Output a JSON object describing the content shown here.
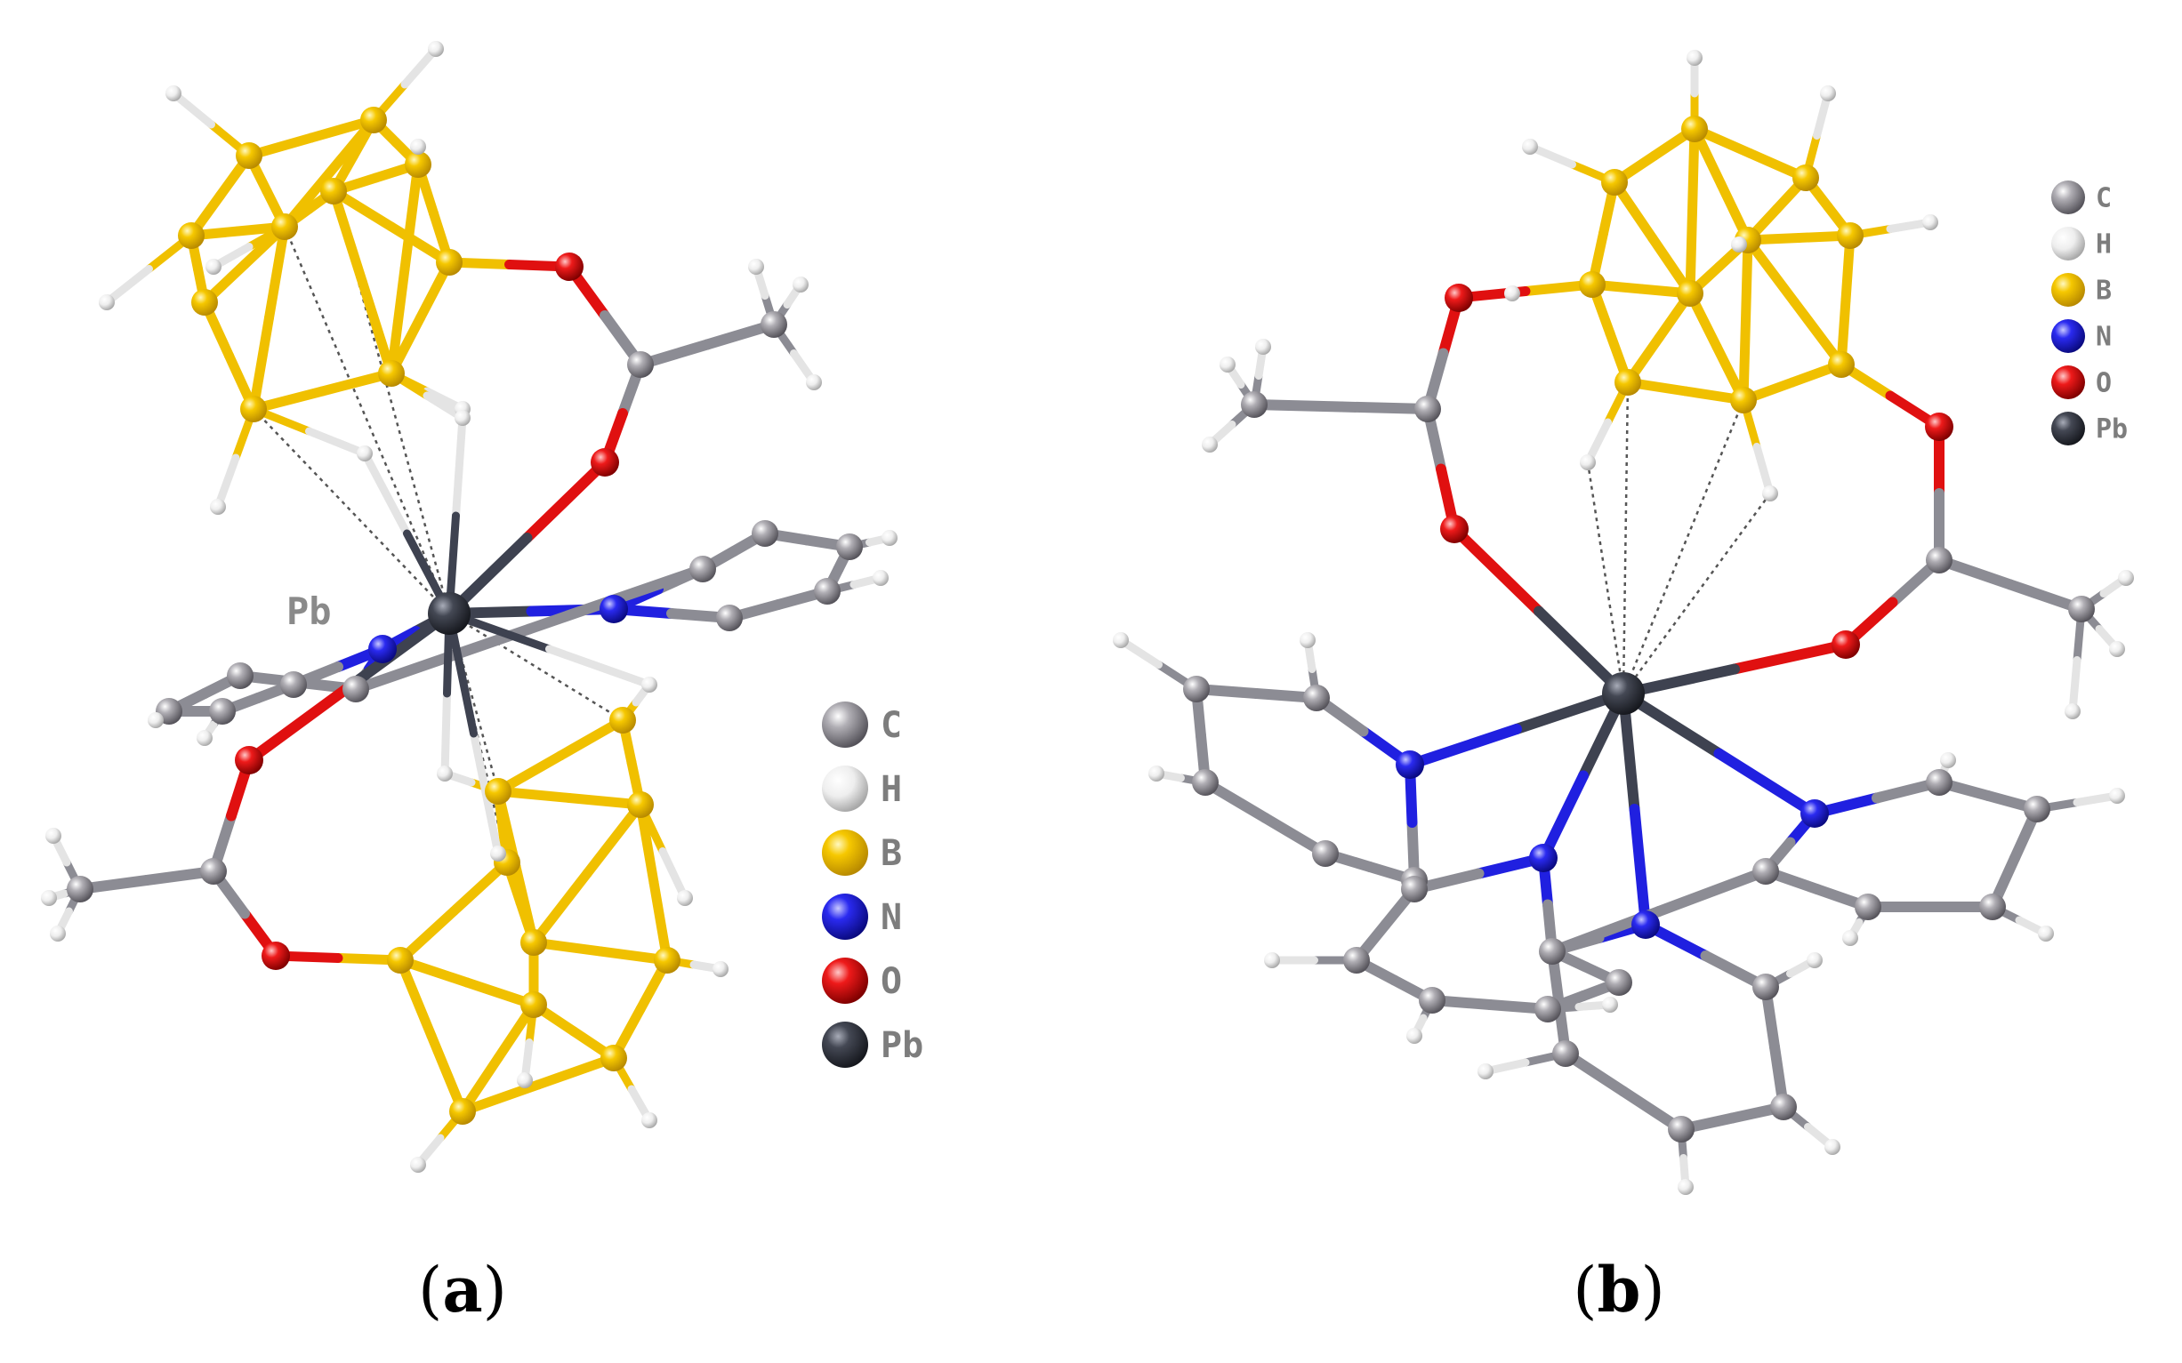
{
  "panels": [
    {
      "id": "a",
      "label": "(a)",
      "label_letter": "a",
      "atom_label": "Pb",
      "legend": [
        {
          "element": "C",
          "color": "#8c8c94"
        },
        {
          "element": "H",
          "color": "#dcdcdc"
        },
        {
          "element": "B",
          "color": "#f0c000"
        },
        {
          "element": "N",
          "color": "#2020e0"
        },
        {
          "element": "O",
          "color": "#e01010"
        },
        {
          "element": "Pb",
          "color": "#3e4250"
        }
      ]
    },
    {
      "id": "b",
      "label": "(b)",
      "label_letter": "b",
      "legend": [
        {
          "element": "C",
          "color": "#8c8c94"
        },
        {
          "element": "H",
          "color": "#dcdcdc"
        },
        {
          "element": "B",
          "color": "#f0c000"
        },
        {
          "element": "N",
          "color": "#2020e0"
        },
        {
          "element": "O",
          "color": "#e01010"
        },
        {
          "element": "Pb",
          "color": "#3e4250"
        }
      ]
    }
  ],
  "colors": {
    "carbon": "#8c8c94",
    "hydrogen": "#e4e4e4",
    "boron": "#f0c000",
    "nitrogen": "#2020e0",
    "oxygen": "#e01010",
    "lead": "#3e4250"
  }
}
